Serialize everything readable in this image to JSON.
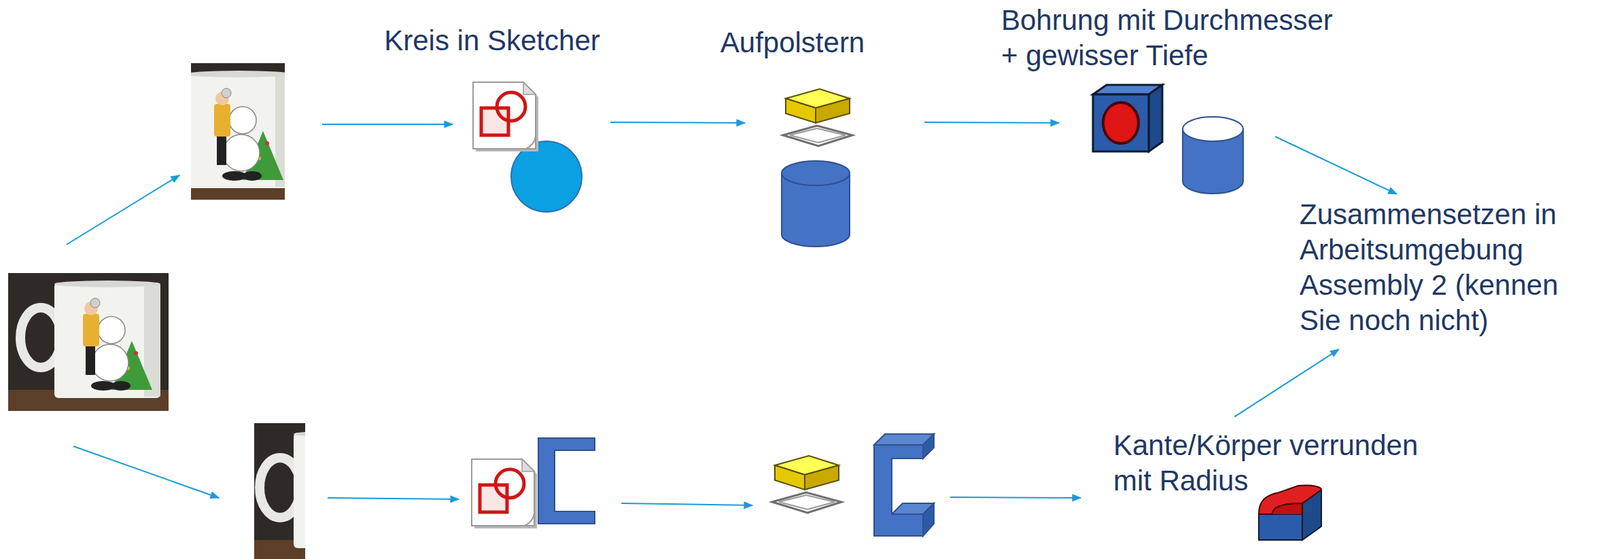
{
  "diagram": {
    "nodes": [
      {
        "text": [
          "Kreis in Sketcher"
        ]
      },
      {
        "text": [
          "Aufpolstern"
        ]
      },
      {
        "text": [
          "Bohrung mit Durchmesser + gewisser Tiefe"
        ]
      },
      {
        "text": [
          "Zusammensetzen in Arbeitsumgebung Assembly 2 (kennen Sie noch nicht)"
        ]
      },
      {
        "text": [
          "Kante/Körper verrunden mit Radius"
        ]
      }
    ],
    "edges": [
      {
        "from": 0,
        "to": 1,
        "arrow": "to"
      },
      {
        "from": 1,
        "to": 2,
        "arrow": "to"
      },
      {
        "from": 2,
        "to": 3,
        "arrow": "to"
      },
      {
        "from": 4,
        "to": 3,
        "arrow": "to"
      }
    ]
  }
}
